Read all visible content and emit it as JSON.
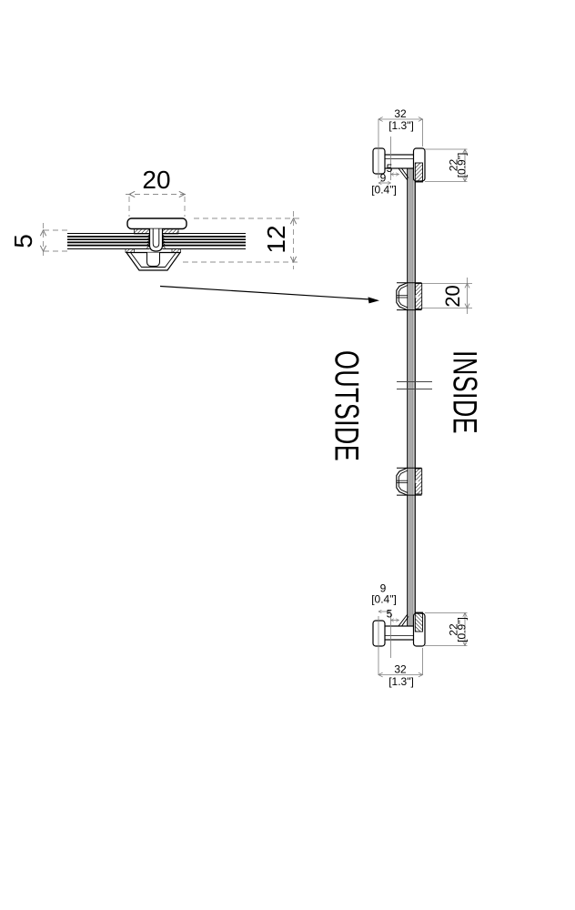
{
  "detail_view": {
    "width_mm": "20",
    "panel_thickness_mm": "5",
    "height_mm": "12"
  },
  "section_view": {
    "top_profile": {
      "width_mm": "32",
      "width_in": "[1.3\"]",
      "offset_mm": "9",
      "offset_in": "[0.4\"]",
      "step_mm": "5",
      "depth_mm": "22",
      "depth_in": "[0.9\"]"
    },
    "connector": {
      "length_mm": "20"
    },
    "bottom_profile": {
      "offset_mm": "9",
      "offset_in": "[0.4\"]",
      "step_mm": "5",
      "width_mm": "32",
      "width_in": "[1.3\"]",
      "depth_mm": "22",
      "depth_in": "[0.9\"]"
    },
    "orientation": {
      "outside": "OUTSIDE",
      "inside": "INSIDE"
    }
  },
  "colors": {
    "line": "#000000",
    "dimension": "#7d7d7d",
    "background": "#ffffff"
  }
}
